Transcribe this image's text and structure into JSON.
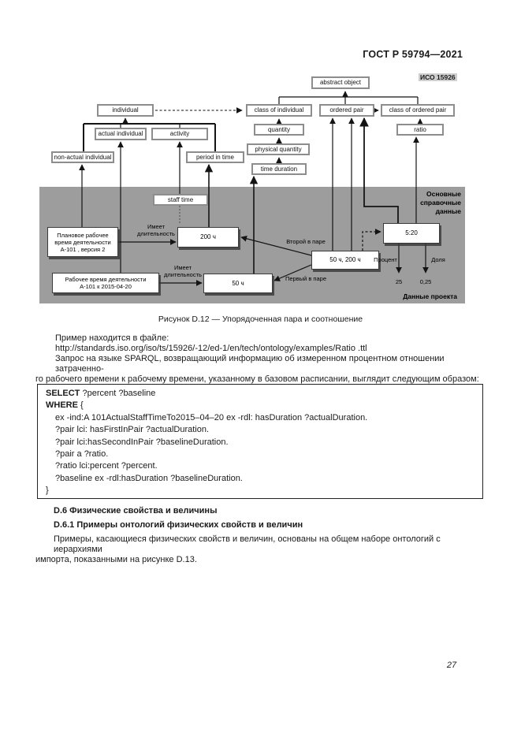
{
  "header": {
    "title": "ГОСТ Р 59794—2021",
    "page_number": "27"
  },
  "figure": {
    "iso_label": "ИСО 15926",
    "caption": "Рисунок D.12 — Упорядоченная пара и соотношение",
    "classes": {
      "abstract_object": "abstract object",
      "individual": "individual",
      "class_of_individual": "class of individual",
      "ordered_pair": "ordered pair",
      "class_of_ordered_pair": "class of ordered pair",
      "actual_individual": "actual individual",
      "activity": "activity",
      "quantity": "quantity",
      "ratio": "ratio",
      "non_actual_individual": "non-actual individual",
      "period_in_time": "period in time",
      "physical_quantity": "physical quantity",
      "time_duration": "time duration",
      "staff_time": "staff time"
    },
    "instances": {
      "planned_time": "Плановое рабочее\nвремя деятельности\nА-101 , версия 2",
      "actual_time": "Рабочее время деятельности\nА-101 к 2015-04-20",
      "duration_200": "200 ч",
      "duration_50": "50 ч",
      "pair_value": "50 ч, 200 ч",
      "ratio_value": "5:20"
    },
    "labels": {
      "has_duration": "Имеет\nдлительность",
      "second_in_pair": "Второй в паре",
      "first_in_pair": "Первый в паре",
      "percent": "Процент",
      "share": "Доля",
      "percent_value": "25",
      "share_value": "0,25"
    },
    "zones": {
      "reference_data": "Основные\nсправочные\nданные",
      "project_data": "Данные проекта"
    }
  },
  "body": {
    "p1": "Пример находится в файле:",
    "url": "http://standards.iso.org/iso/ts/15926/-12/ed-1/en/tech/ontology/examples/Ratio .ttl",
    "p2_line1": "Запрос на языке SPARQL, возвращающий информацию об измеренном процентном отношении затраченно-",
    "p2_line2": "го рабочего времени к рабочему времени, указанному в базовом расписании, выглядит следующим образом:"
  },
  "code": {
    "kw_select": "SELECT",
    "select_args": " ?percent ?baseline",
    "kw_where": "WHERE",
    "where_rest": " {",
    "lines": [
      "ex -ind:A 101ActualStaffTimeTo2015–04–20 ex -rdl: hasDuration ?actualDuration.",
      "?pair lci: hasFirstInPair ?actualDuration.",
      "?pair lci:hasSecondInPair ?baselineDuration.",
      "?pair a ?ratio.",
      "?ratio lci:percent ?percent.",
      "?baseline ex -rdl:hasDuration ?baselineDuration."
    ],
    "closing": "}"
  },
  "sections": {
    "d6_title": "D.6 Физические свойства и величины",
    "d61_title": "D.6.1 Примеры онтологий физических свойств и величин",
    "d61_line1": "Примеры, касающиеся физических свойств и величин, основаны на общем наборе онтологий с иерархиями",
    "d61_line2": "импорта, показанными на рисунке D.13."
  }
}
